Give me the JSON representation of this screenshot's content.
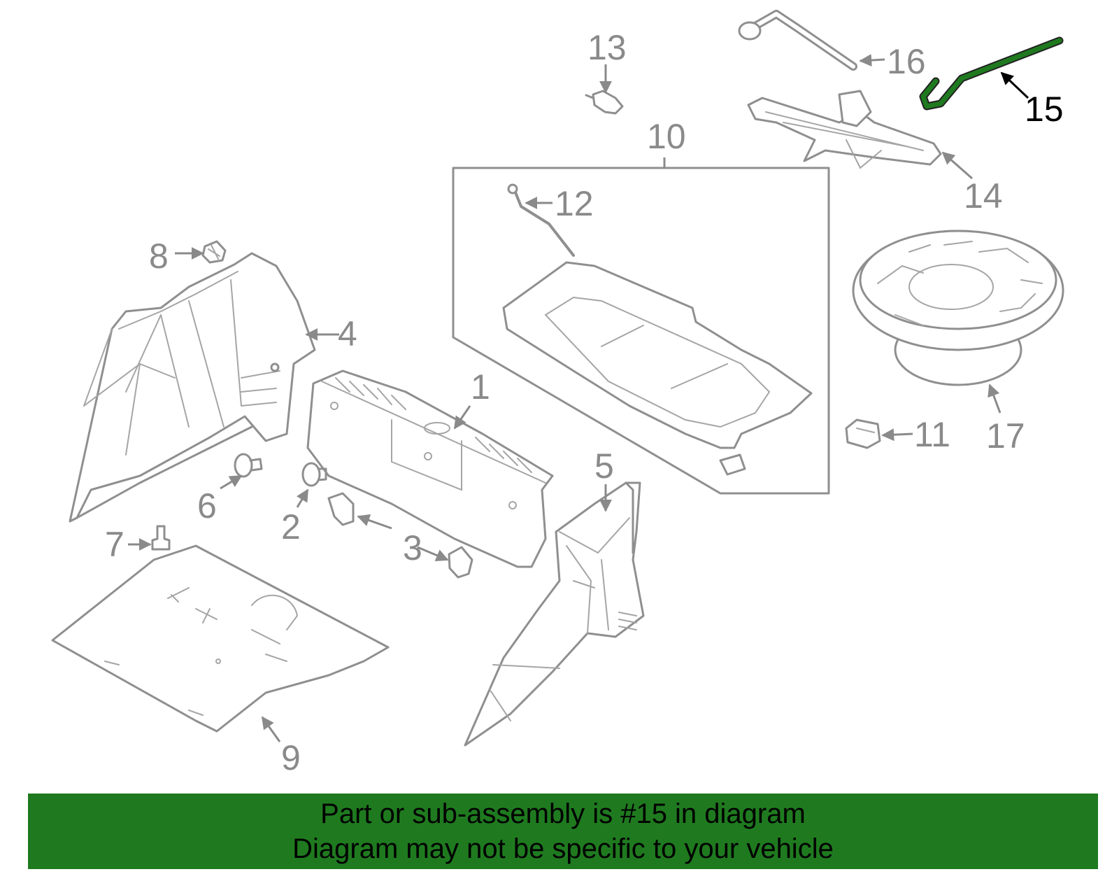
{
  "diagram": {
    "callouts": [
      "1",
      "2",
      "3",
      "4",
      "5",
      "6",
      "7",
      "8",
      "9",
      "10",
      "11",
      "12",
      "13",
      "14",
      "15",
      "16",
      "17"
    ],
    "highlighted_callout": "15",
    "highlight_color": "#1f7a1f",
    "part_line_color": "#8f8f8f",
    "label_color": "#8a8a8a"
  },
  "banner": {
    "line1": "Part or sub-assembly is #15 in diagram",
    "line2": "Diagram may not be specific to your vehicle",
    "background": "#1f7a1f"
  }
}
